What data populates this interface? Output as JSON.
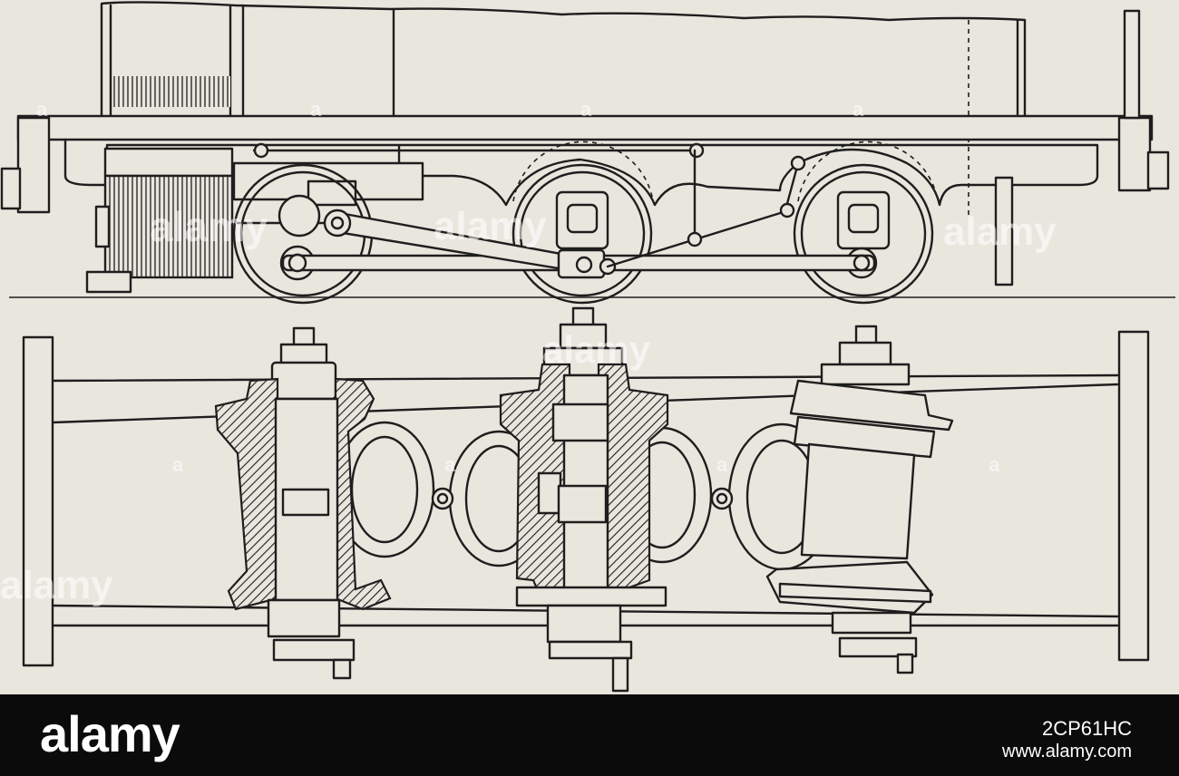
{
  "watermark": {
    "text": "alamy",
    "small_mark": "a"
  },
  "footer": {
    "brand": "alamy",
    "image_id": "2CP61HC",
    "site_url": "www.alamy.com"
  },
  "colors": {
    "paper": "#e8e6dd",
    "ink": "#1e1e1e",
    "footer_bg": "#0b0b0b",
    "footer_text": "#ffffff"
  }
}
